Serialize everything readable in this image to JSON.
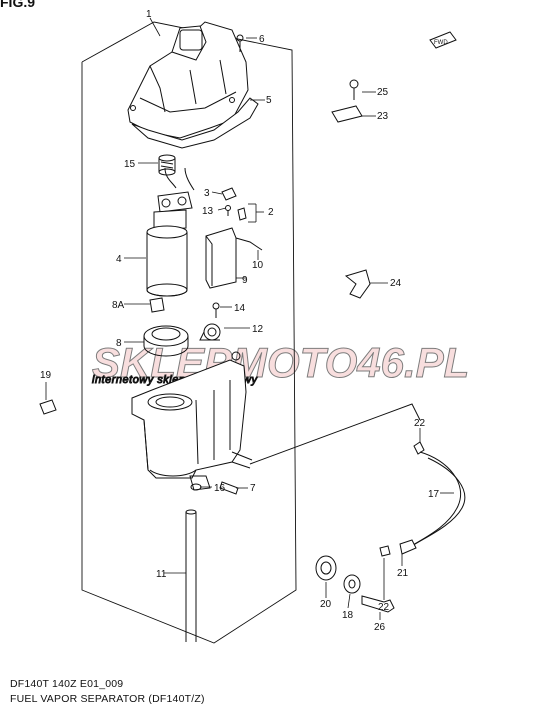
{
  "figure_label": "FIG.9",
  "fwd_badge": "FWD",
  "watermark": {
    "main": "SKLEPMOTO46.PL",
    "sub": "internetowy sklep motocyklowy",
    "accent": "#f28a8a"
  },
  "callouts": [
    "1",
    "2",
    "3",
    "4",
    "5",
    "6",
    "7",
    "8",
    "8A",
    "9",
    "10",
    "11",
    "12",
    "13",
    "14",
    "15",
    "16",
    "17",
    "18",
    "19",
    "20",
    "21",
    "22",
    "23",
    "24",
    "25",
    "26"
  ],
  "footer": {
    "model_code": "DF140T 140Z E01_009",
    "title": "FUEL VAPOR SEPARATOR (DF140T/Z)"
  }
}
